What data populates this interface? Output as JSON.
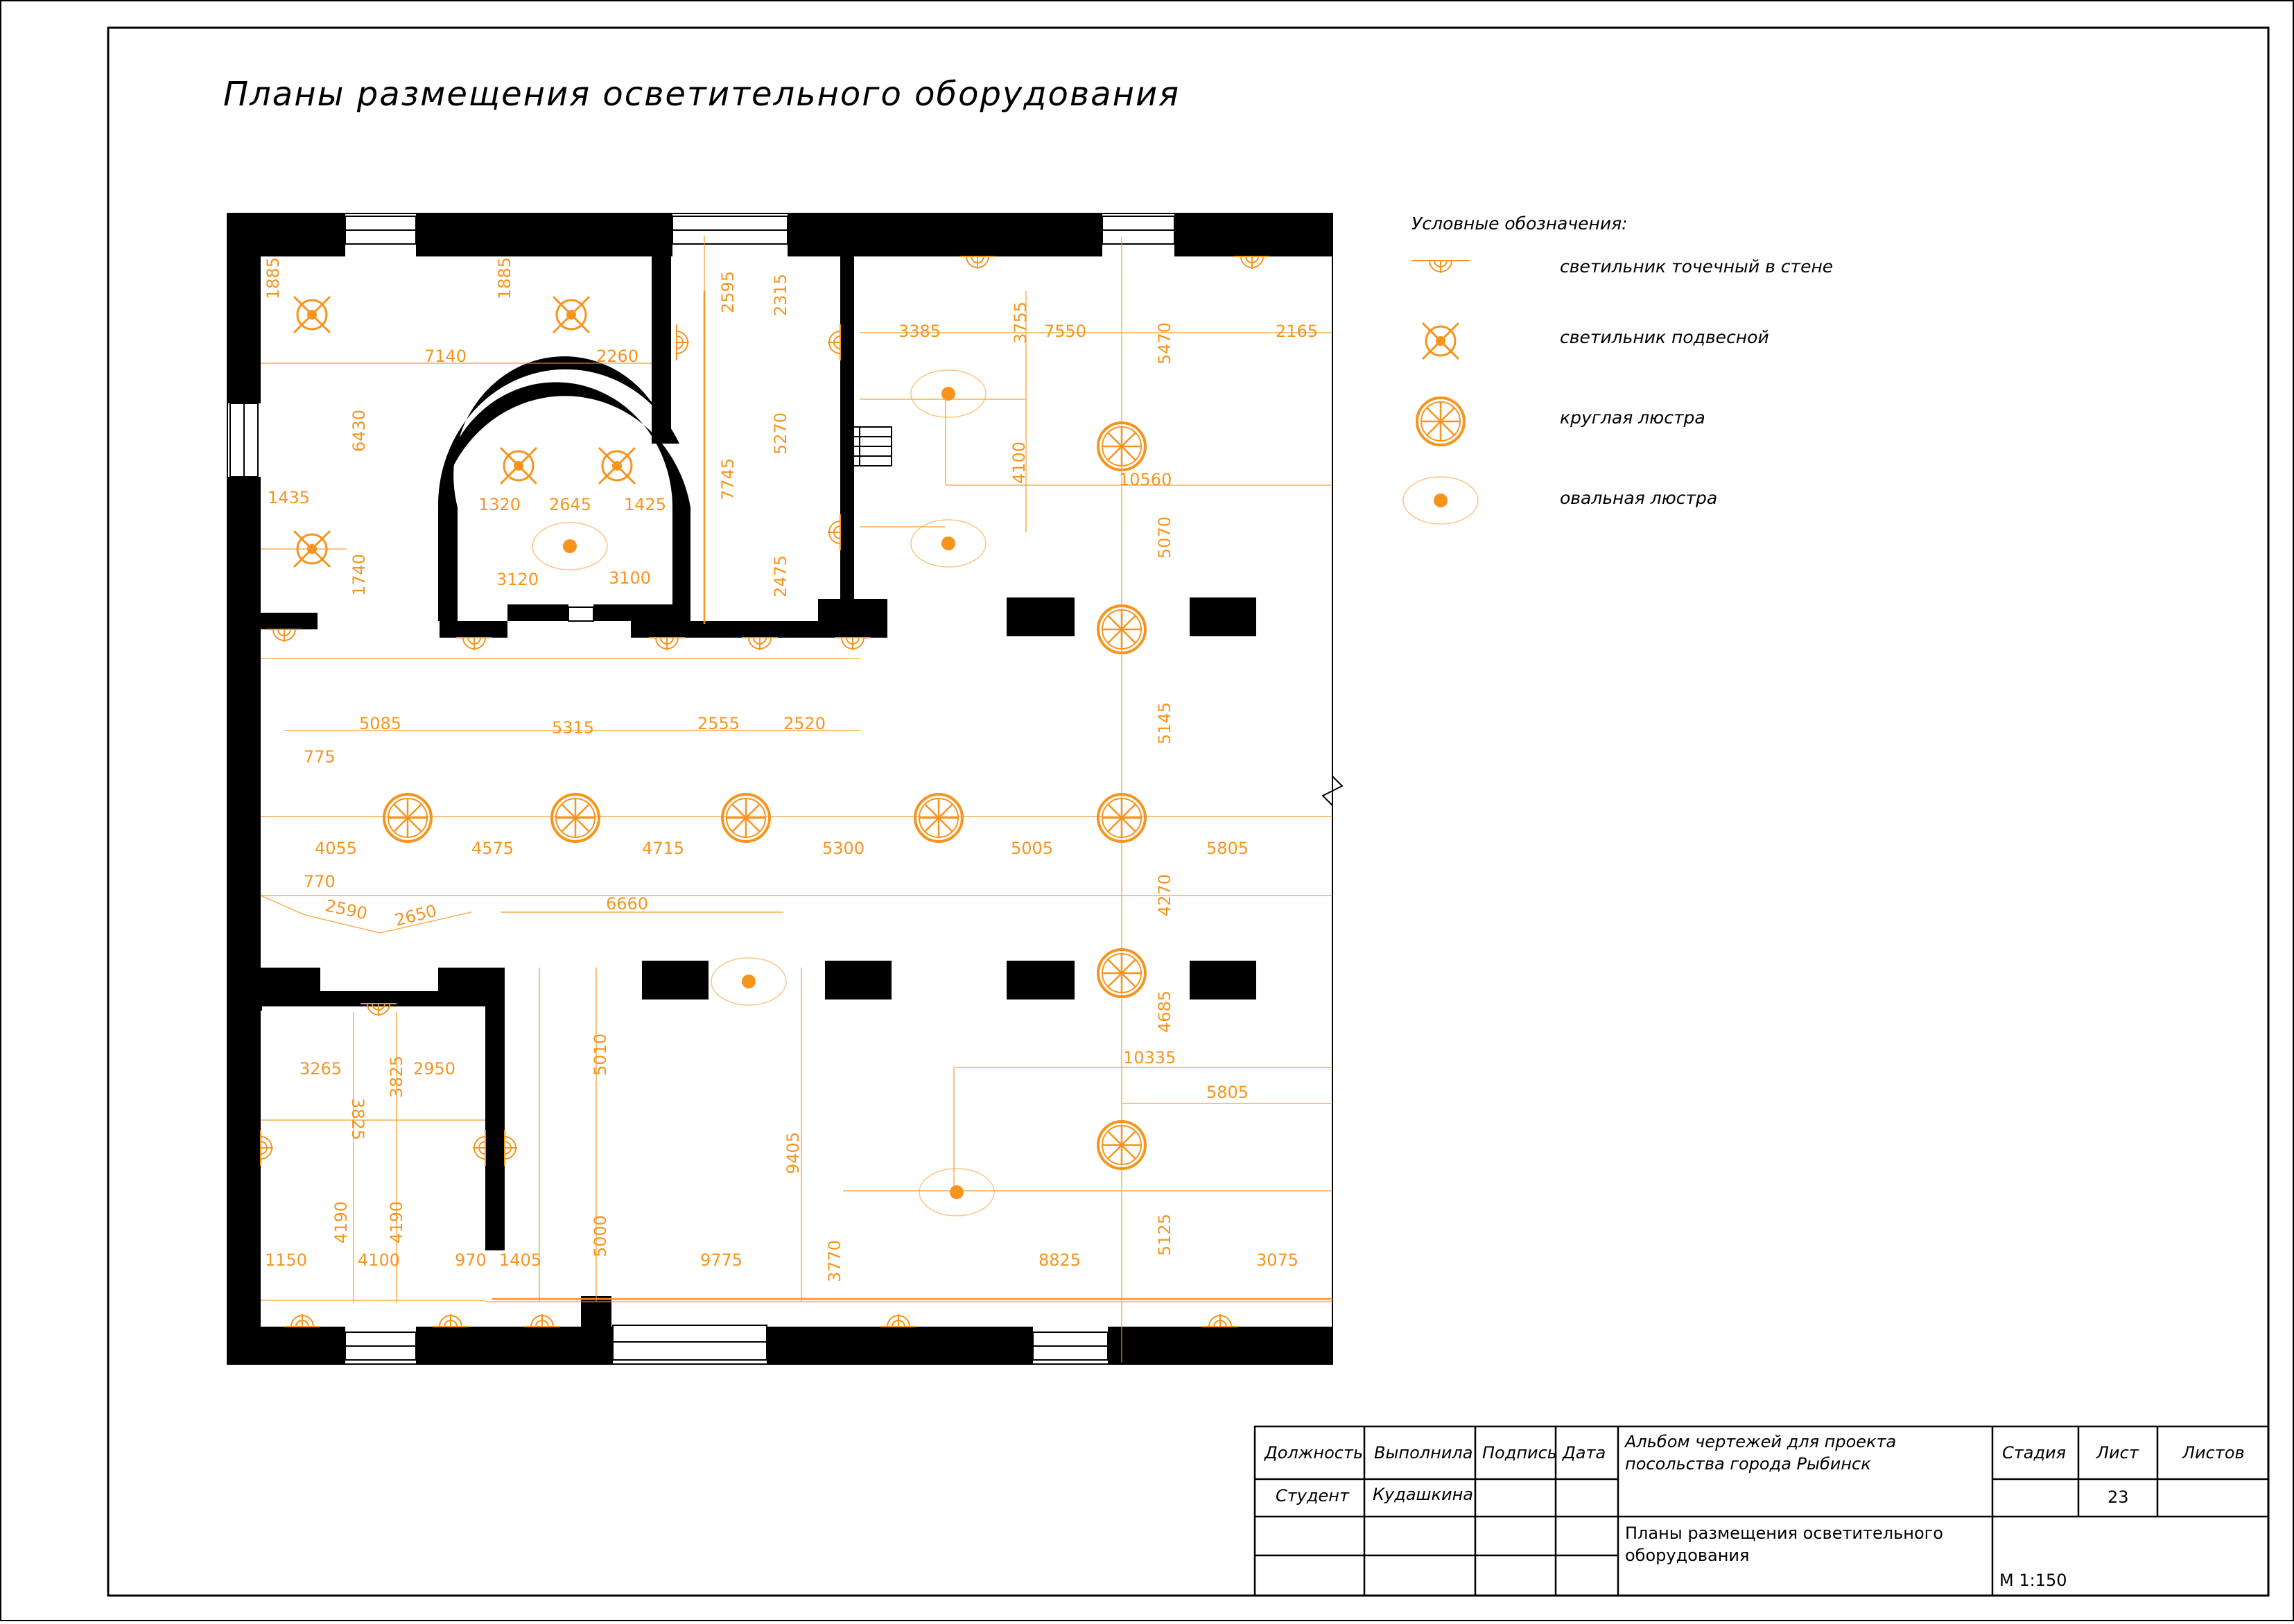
{
  "sheet_title": "Планы размещения осветительного оборудования",
  "legend": {
    "title": "Условные обозначения:",
    "items": [
      {
        "icon": "wall-spot-icon",
        "label": "светильник точечный в стене"
      },
      {
        "icon": "pendant-lamp-icon",
        "label": "светильник подвесной"
      },
      {
        "icon": "round-chandelier-icon",
        "label": "круглая люстра"
      },
      {
        "icon": "oval-chandelier-icon",
        "label": "овальная люстра"
      }
    ]
  },
  "colors": {
    "accent": "#f7941d",
    "wall": "#000000",
    "line": "#000000"
  },
  "dimensions": {
    "d1885a": "1885",
    "d1885b": "1885",
    "d2595": "2595",
    "d2315": "2315",
    "d3385": "3385",
    "d3755": "3755",
    "d7550": "7550",
    "d5470": "5470",
    "d2165": "2165",
    "d7140": "7140",
    "d2260": "2260",
    "d6430": "6430",
    "d5270": "5270",
    "d7745": "7745",
    "d4100a": "4100",
    "d10560": "10560",
    "d1435": "1435",
    "d1320": "1320",
    "d2645": "2645",
    "d1425": "1425",
    "d5070": "5070",
    "d1740": "1740",
    "d3120": "3120",
    "d3100": "3100",
    "d2475": "2475",
    "d5085": "5085",
    "d5315": "5315",
    "d2555": "2555",
    "d2520": "2520",
    "d5145": "5145",
    "d775": "775",
    "d4055": "4055",
    "d4575": "4575",
    "d4715": "4715",
    "d5300": "5300",
    "d5005": "5005",
    "d5805a": "5805",
    "d770": "770",
    "d2590": "2590",
    "d2650": "2650",
    "d6660": "6660",
    "d4270": "4270",
    "d5010": "5010",
    "d4685": "4685",
    "d3265": "3265",
    "d3825a": "3825",
    "d3825b": "3825",
    "d2950": "2950",
    "d10335": "10335",
    "d5805b": "5805",
    "d9405": "9405",
    "d4190a": "4190",
    "d4190b": "4190",
    "d5000": "5000",
    "d5125": "5125",
    "d1150": "1150",
    "d4100b": "4100",
    "d970": "970",
    "d1405": "1405",
    "d9775": "9775",
    "d3770": "3770",
    "d8825": "8825",
    "d3075": "3075"
  },
  "title_block": {
    "h_position": "Должность",
    "h_done": "Выполнила",
    "h_sign": "Подпись",
    "h_date": "Дата",
    "album_line1": "Альбом чертежей для проекта",
    "album_line2": "посольства города Рыбинск",
    "h_stage": "Стадия",
    "h_sheet": "Лист",
    "h_sheets": "Листов",
    "role": "Студент",
    "author": "Кудашкина",
    "sheet_no": "23",
    "drawing_line1": "Планы размещения осветительного",
    "drawing_line2": "оборудования",
    "scale": "М 1:150"
  }
}
